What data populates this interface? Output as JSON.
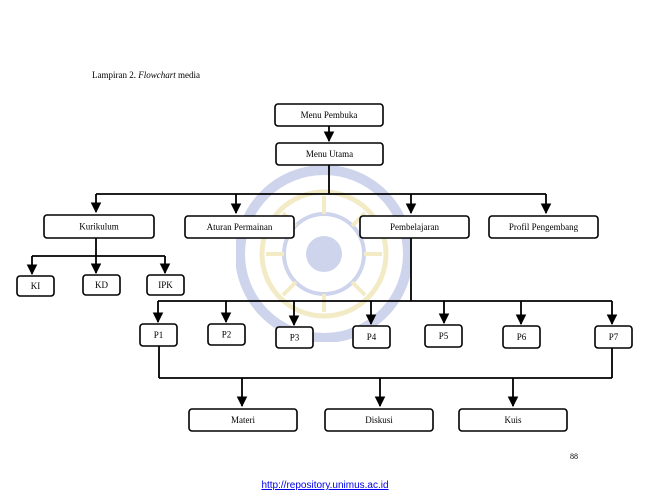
{
  "caption": {
    "prefix": "Lampiran 2.",
    "emphasis": "Flowchart",
    "suffix": "media"
  },
  "nodes": {
    "menu_pembuka": "Menu Pembuka",
    "menu_utama": "Menu Utama",
    "kurikulum": "Kurikulum",
    "aturan_permainan": "Aturan Permainan",
    "pembelajaran": "Pembelajaran",
    "profil_pengembang": "Profil Pengembang",
    "ki": "KI",
    "kd": "KD",
    "ipk": "IPK",
    "p1": "P1",
    "p2": "P2",
    "p3": "P3",
    "p4": "P4",
    "p5": "P5",
    "p6": "P6",
    "p7": "P7",
    "materi": "Materi",
    "diskusi": "Diskusi",
    "kuis": "Kuis"
  },
  "page_number": "88",
  "footer_link": "http://repository.unimus.ac.id"
}
